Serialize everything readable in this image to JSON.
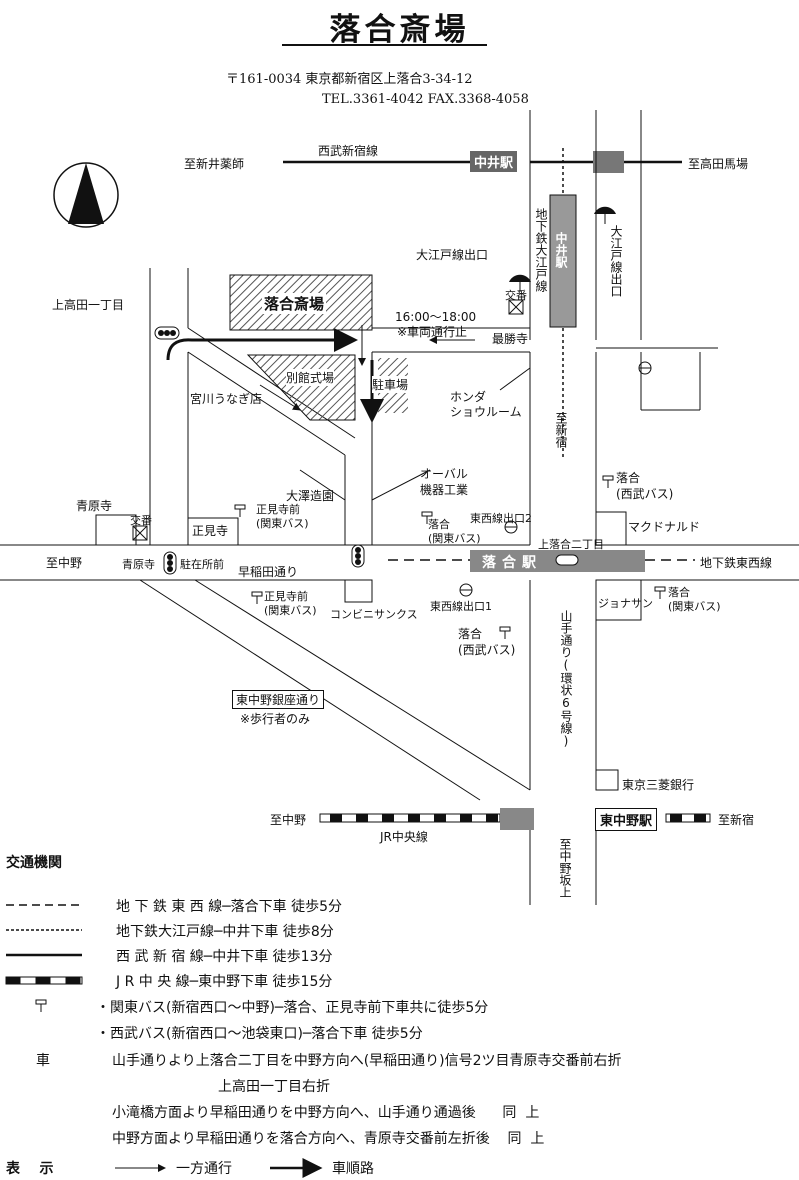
{
  "header": {
    "title": "落合斎場",
    "address": "〒161-0034  東京都新宿区上落合3-34-12",
    "tel_fax": "TEL.3361-4042  FAX.3368-4058"
  },
  "map": {
    "line_seibu": "西武新宿線",
    "to_araiyakushi": "至新井薬師",
    "to_takadanobaba": "至高田馬場",
    "station_nakai": "中井駅",
    "station_nakai_oedo": "中井駅",
    "oedo_line": "地下鉄大江戸線",
    "oedo_exit_left": "大江戸線出口",
    "oedo_exit_right": "大江戸線出口",
    "koban": "交番",
    "saishoji": "最勝寺",
    "kamitakada": "上高田一丁目",
    "saijo": "落合斎場",
    "bekkan": "別館式場",
    "parking": "駐車場",
    "restriction_time": "16:00〜18:00",
    "restriction_note": "※車両通行止",
    "honda": "ホンダ\nショウルーム",
    "to_shinjuku_v": "至新宿",
    "miyagawa": "宮川うなぎ店",
    "osawa": "大澤造園",
    "oval": "オーバル\n機器工業",
    "seiganji": "青原寺",
    "koban2": "交番",
    "shokenji": "正見寺",
    "shokenji_mae_kanto": "正見寺前\n(関東バス)",
    "ochiai_kanto": "落合\n(関東バス)",
    "tozai_exit2": "東西線出口2",
    "kamiochiai2": "上落合二丁目",
    "ochiai_seibu_bus": "落合\n(西武バス)",
    "mcdonalds": "マクドナルド",
    "to_nakano": "至中野",
    "seiganji_chuzai": "青原寺",
    "chuzaisho_mae": "駐在所前",
    "waseda_dori": "早稲田通り",
    "station_ochiai": "落合駅",
    "tozai_line": "地下鉄東西線",
    "shokenji_mae_kanto2": "正見寺前\n(関東バス)",
    "convenience": "コンビニサンクス",
    "tozai_exit1": "東西線出口1",
    "ochiai_seibu_bus2": "落合\n(西武バス)",
    "jonathan": "ジョナサン",
    "ochiai_kanto2": "落合\n(関東バス)",
    "yamate_dori": "山手通り(環状6号線)",
    "higashinakano_ginza": "東中野銀座通り",
    "pedestrian_only": "※歩行者のみ",
    "mitsubishi": "東京三菱銀行",
    "to_nakano2": "至中野",
    "jr_chuo": "JR中央線",
    "station_higashinakano": "東中野駅",
    "to_shinjuku2": "至新宿",
    "to_nakanosakaue": "至中野坂上"
  },
  "legend": {
    "heading": "交通機関",
    "rows": [
      "地 下 鉄 東 西 線─落合下車  徒歩5分",
      "地下鉄大江戸線─中井下車  徒歩8分",
      "西  武  新  宿  線─中井下車  徒歩13分",
      "J  R  中  央  線─東中野下車  徒歩15分",
      "・関東バス(新宿西口〜中野)─落合、正見寺前下車共に徒歩5分",
      "・西武バス(新宿西口〜池袋東口)─落合下車  徒歩5分"
    ],
    "car_label": "車",
    "car_rows": [
      "山手通りより上落合二丁目を中野方向へ(早稲田通り)信号2ツ目青原寺交番前右折",
      "上高田一丁目右折",
      "小滝橋方面より早稲田通りを中野方向へ、山手通り通過後      同  上",
      "中野方面より早稲田通りを落合方向へ、青原寺交番前左折後    同  上"
    ],
    "display_label": "表    示",
    "oneway": "一方通行",
    "car_route": "車順路"
  }
}
